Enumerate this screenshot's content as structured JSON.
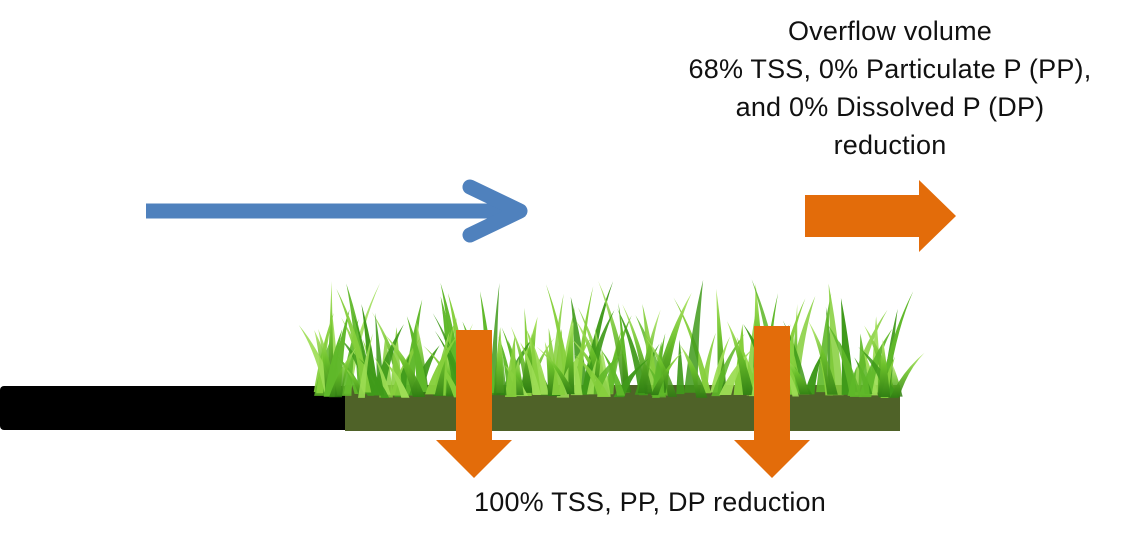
{
  "overflow_label": {
    "lines": [
      "Overflow volume",
      "68% TSS, 0% Particulate P (PP),",
      "and 0% Dissolved P (DP)",
      "reduction"
    ]
  },
  "infiltration_label": "100% TSS, PP, DP reduction",
  "colors": {
    "inflow_arrow": "#4f81bd",
    "reduction_arrow": "#e36c0a",
    "pavement": "#000000",
    "soil": "#4f6228",
    "grass_light": "#92d050",
    "grass_dark": "#3f8f1a"
  },
  "icons": {
    "inflow": "right-arrow-icon",
    "overflow": "block-right-arrow-icon",
    "infiltration": "block-down-arrow-icon",
    "vegetation": "grass-icon"
  }
}
